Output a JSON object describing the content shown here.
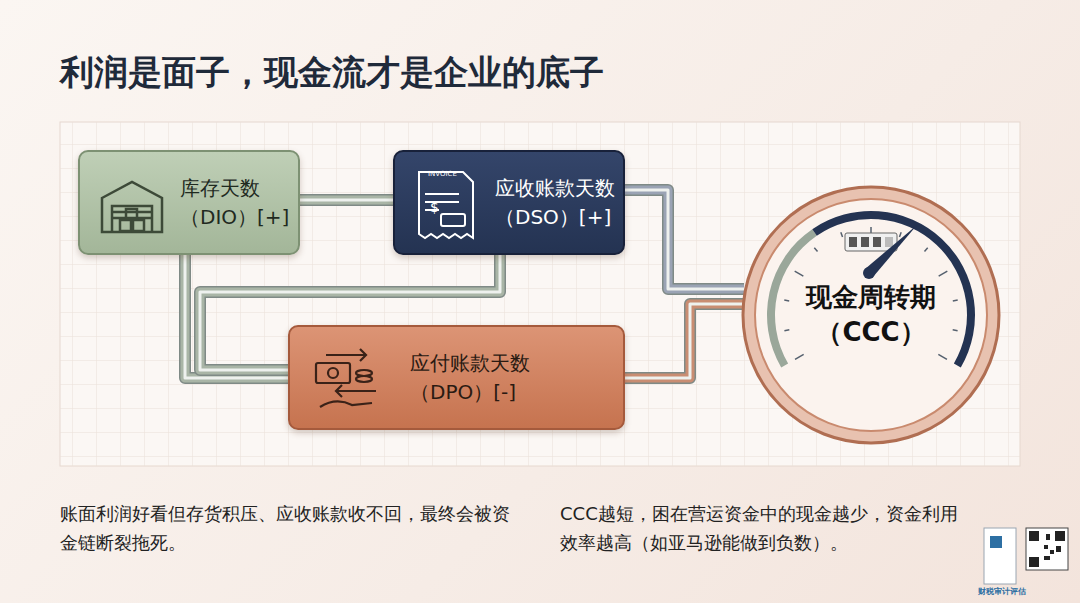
{
  "diagram": {
    "title": "利润是面子，现金流才是企业的底子",
    "nodes": [
      {
        "text": [
          "库存天数 （DIO）[+]"
        ]
      },
      {
        "text": [
          "应收账款天数 （DSO）[+]"
        ]
      },
      {
        "text": [
          "应付账款天数 （DPO）[-]"
        ]
      },
      {
        "text": [
          "现金周转期 （CCC）"
        ]
      }
    ],
    "edges": [
      {
        "from": 0,
        "to": 1,
        "arrow": "none"
      },
      {
        "from": 1,
        "to": 3,
        "arrow": "none"
      },
      {
        "from": 0,
        "to": 2,
        "arrow": "none"
      },
      {
        "from": 1,
        "to": 2,
        "arrow": "none"
      },
      {
        "from": 2,
        "to": 3,
        "arrow": "none"
      }
    ],
    "labels": [
      "账面利润好看但存货积压、应收账款收不回，最终会被资金链断裂拖死。",
      "CCC越短，困在营运资金中的现金越少，资金利用效率越高（如亚马逊能做到负数）。",
      "INVOICE",
      "$",
      "财税审计评估"
    ]
  }
}
